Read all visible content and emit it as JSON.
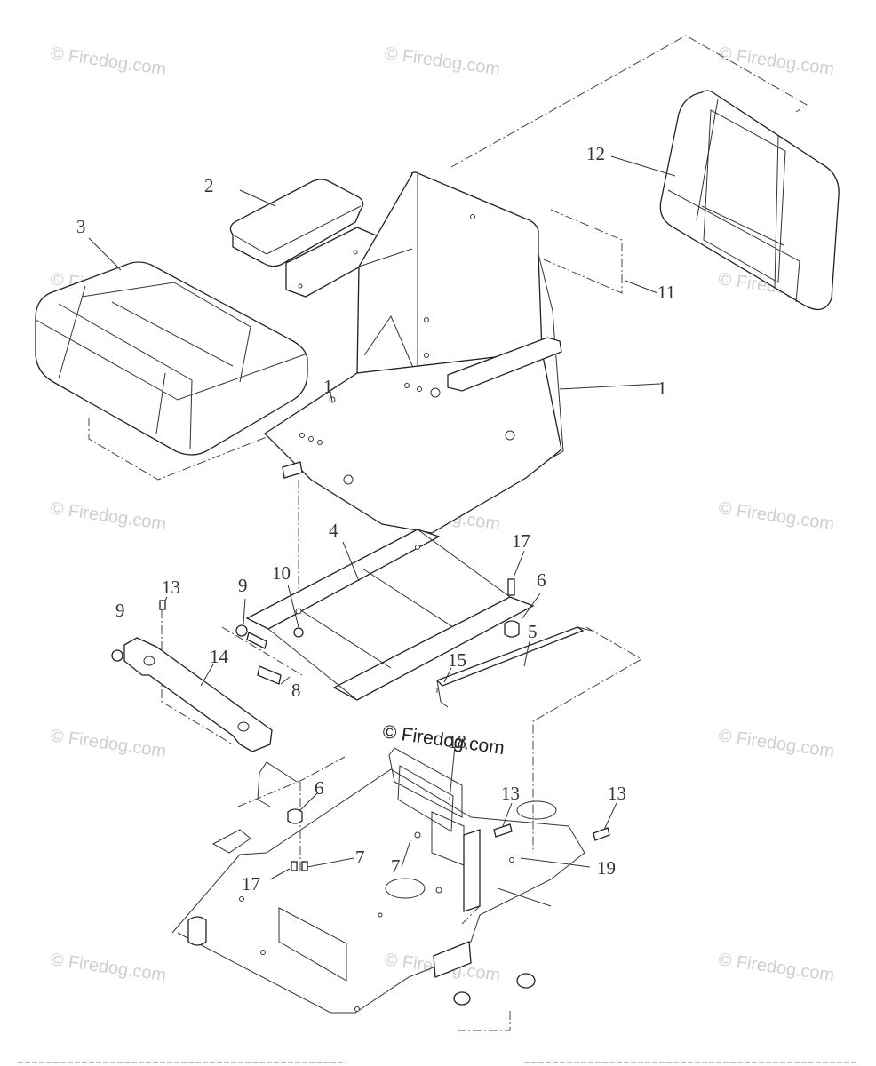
{
  "watermark": {
    "text": "© Firedog.com",
    "featured_text": "© Firedog.com"
  },
  "callouts": [
    "1",
    "1",
    "2",
    "3",
    "4",
    "5",
    "6",
    "6",
    "7",
    "7",
    "8",
    "9",
    "9",
    "10",
    "11",
    "12",
    "13",
    "13",
    "13",
    "14",
    "15",
    "17",
    "17",
    "18",
    "19"
  ],
  "colors": {
    "line": "#222222",
    "watermark": "#cfcfcf",
    "background": "#ffffff"
  }
}
